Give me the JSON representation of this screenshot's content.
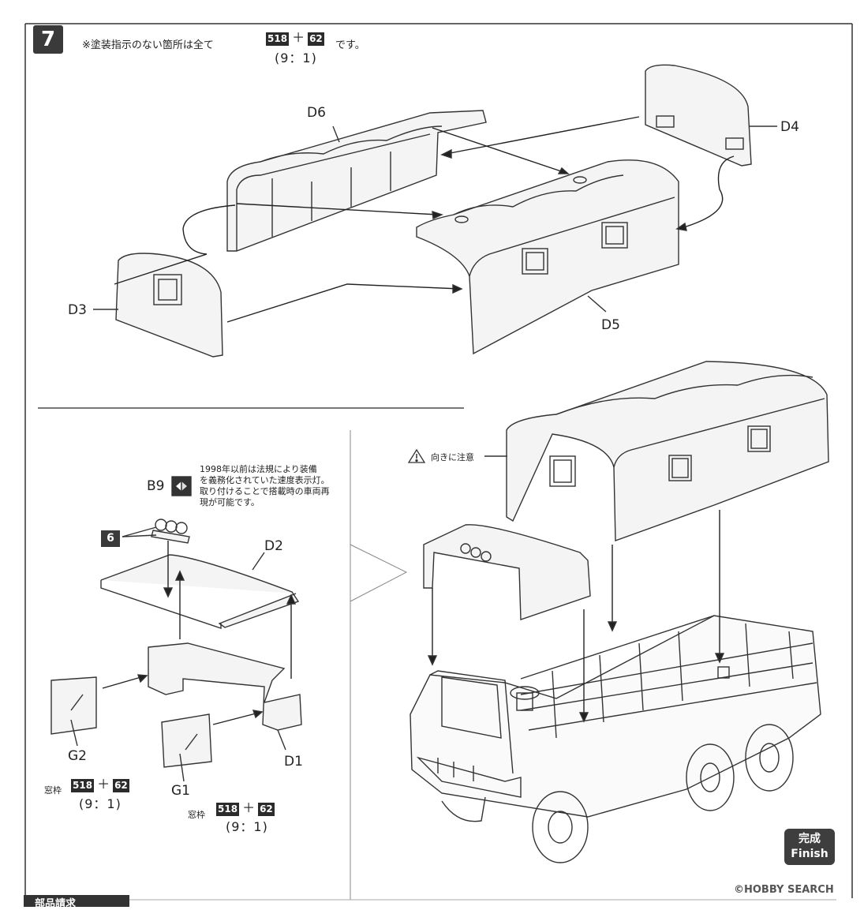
{
  "step": {
    "number": "7"
  },
  "note": {
    "text": "※塗装指示のない箇所は全て",
    "code_a": "518",
    "code_b": "62",
    "suffix": "です。",
    "ratio": "(9：1)"
  },
  "labels": {
    "d6": "D6",
    "d4": "D4",
    "d3": "D3",
    "d5": "D5",
    "b9": "B9",
    "d2": "D2",
    "d1": "D1",
    "g1": "G1",
    "g2": "G2"
  },
  "caution": {
    "text": "向きに注意"
  },
  "b9_note": {
    "lines": [
      "1998年以前は法規により装備",
      "を義務化されていた速度表示灯。",
      "取り付けることで搭載時の車両再",
      "現が可能です。"
    ]
  },
  "substep": {
    "number": "6"
  },
  "g2_paint": {
    "label": "窓枠",
    "code_a": "518",
    "code_b": "62",
    "ratio": "(9：1)"
  },
  "g1_paint": {
    "label": "窓枠",
    "code_a": "518",
    "code_b": "62",
    "ratio": "(9：1)"
  },
  "finish": {
    "jp": "完成",
    "en": "Finish"
  },
  "watermark": {
    "text": "©HOBBY SEARCH"
  },
  "parts_header": {
    "text": "部品請求"
  }
}
